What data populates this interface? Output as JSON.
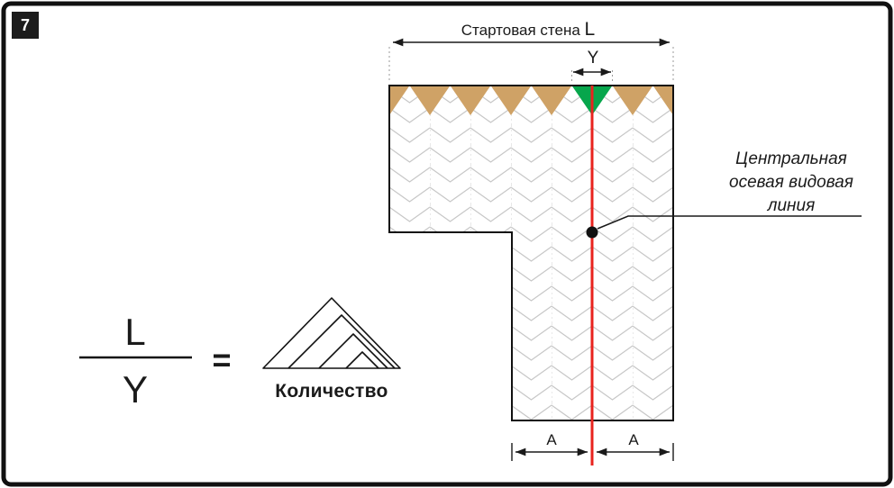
{
  "figure_number": "7",
  "colors": {
    "red": "#e8231e",
    "green": "#07a64c",
    "tan": "#cfa266",
    "pattern_line": "#c7c7c7",
    "pattern_dash": "#d2d2d2",
    "outline": "#111111"
  },
  "dimensions": {
    "top_label": "Стартовая стена ",
    "top_var": "L",
    "y_label": "Y",
    "a_left_label": "A",
    "a_right_label": "A"
  },
  "annotation": {
    "line1": "Центральная",
    "line2": "осевая видовая",
    "line3": "линия"
  },
  "formula": {
    "numerator": "L",
    "denominator": "Y",
    "equals": "=",
    "result_label": "Количество"
  }
}
